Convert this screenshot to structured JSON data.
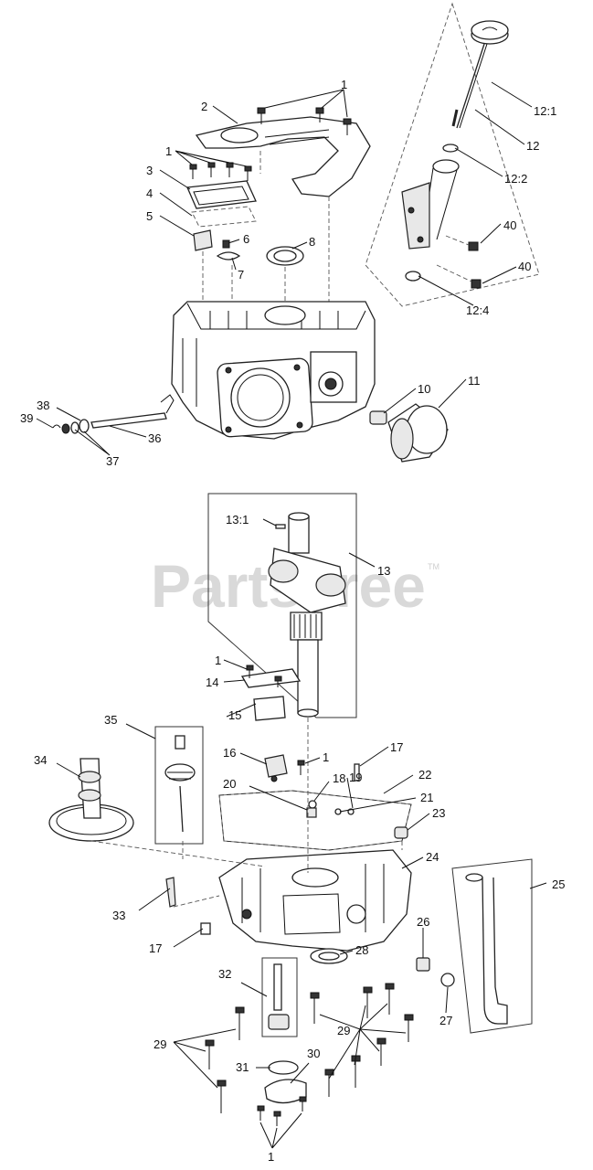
{
  "watermark": "PartsTree",
  "watermark_tm": "TM",
  "labels": {
    "l1a": "1",
    "l2": "2",
    "l1b": "1",
    "l3": "3",
    "l4": "4",
    "l5": "5",
    "l6": "6",
    "l7": "7",
    "l8": "8",
    "l12_1": "12:1",
    "l12": "12",
    "l12_2": "12:2",
    "l40a": "40",
    "l40b": "40",
    "l12_4": "12:4",
    "l10": "10",
    "l11": "11",
    "l38": "38",
    "l39": "39",
    "l36": "36",
    "l37": "37",
    "l13_1": "13:1",
    "l13": "13",
    "l1c": "1",
    "l14": "14",
    "l35": "35",
    "l15": "15",
    "l34": "34",
    "l16": "16",
    "l1d": "1",
    "l17a": "17",
    "l18": "18",
    "l19": "19",
    "l22": "22",
    "l20": "20",
    "l21": "21",
    "l23": "23",
    "l24": "24",
    "l25": "25",
    "l33": "33",
    "l17b": "17",
    "l26": "26",
    "l28": "28",
    "l32": "32",
    "l27": "27",
    "l29a": "29",
    "l29b": "29",
    "l31": "31",
    "l30": "30",
    "l1e": "1"
  }
}
